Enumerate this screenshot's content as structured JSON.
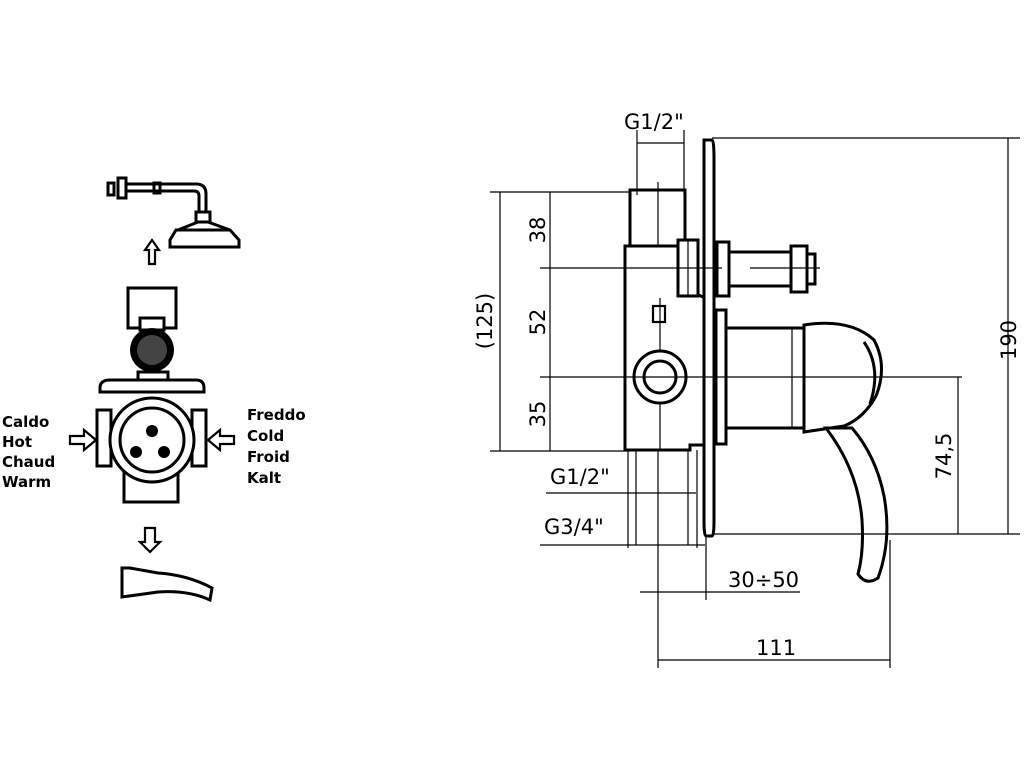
{
  "labels": {
    "hot_lines": [
      "Caldo",
      "Hot",
      "Chaud",
      "Warm"
    ],
    "cold_lines": [
      "Freddo",
      "Cold",
      "Froid",
      "Kalt"
    ]
  },
  "dimensions": {
    "top_thread": "G1/2\"",
    "d38": "38",
    "d52": "52",
    "d35": "35",
    "d125": "(125)",
    "d190": "190",
    "d745": "74,5",
    "thread_g12": "G1/2\"",
    "thread_g34": "G3/4\"",
    "wall": "30÷50",
    "depth": "111"
  }
}
